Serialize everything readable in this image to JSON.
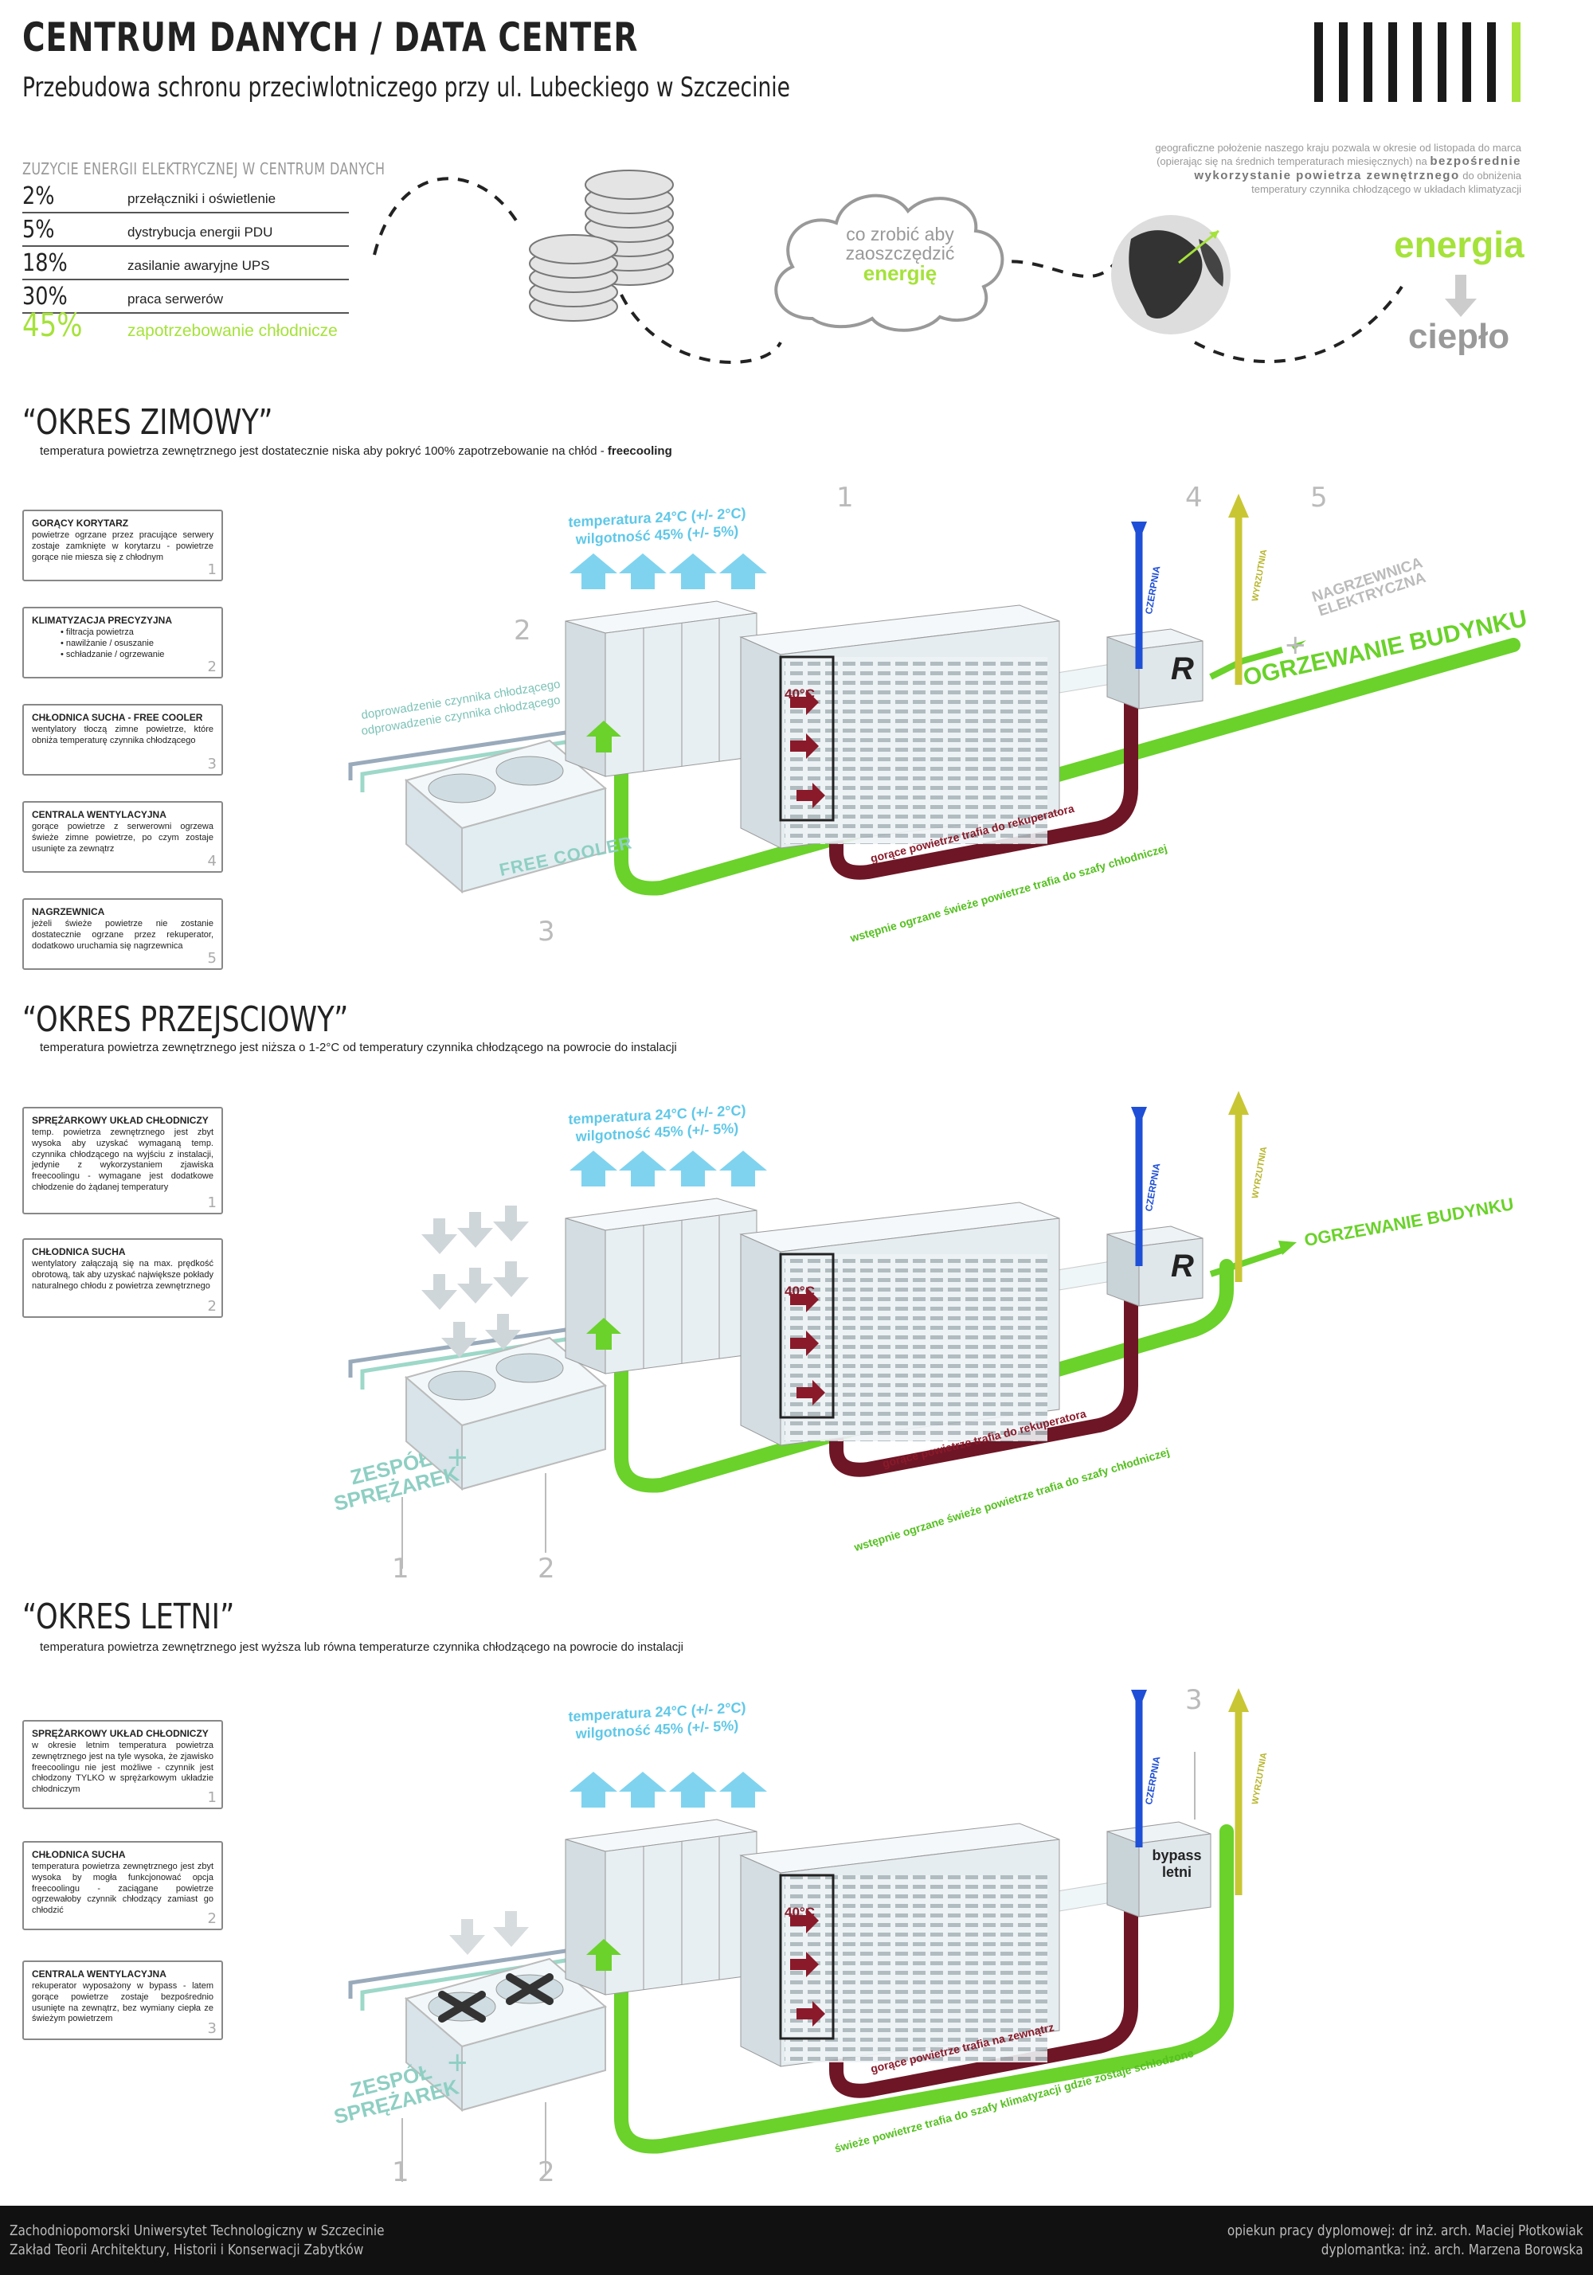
{
  "header": {
    "title": "CENTRUM DANYCH / DATA CENTER",
    "subtitle": "Przebudowa schronu przeciwlotniczego przy ul. Lubeckiego w Szczecinie"
  },
  "energy": {
    "heading": "ZUZYCIE ENERGII ELEKTRYCZNEJ W CENTRUM DANYCH",
    "rows": [
      {
        "pct": "2%",
        "label": "przełączniki i oświetlenie"
      },
      {
        "pct": "5%",
        "label": "dystrybucja energii PDU"
      },
      {
        "pct": "18%",
        "label": "zasilanie awaryjne UPS"
      },
      {
        "pct": "30%",
        "label": "praca serwerów"
      },
      {
        "pct": "45%",
        "label": "zapotrzebowanie chłodnicze"
      }
    ]
  },
  "cloud": {
    "line1": "co zrobić aby",
    "line2": "zaoszczędzić",
    "line3": "energię"
  },
  "geo": {
    "text1": "geograficzne położenie naszego kraju pozwala w okresie od listopada do marca (opierając się na średnich temperaturach miesięcznych) na",
    "bold": "bezpośrednie wykorzystanie powietrza zewnętrznego",
    "text2": "do obniżenia temperatury czynnika chłodzącego w układach klimatyzacji"
  },
  "energia": "energia",
  "cieplo": "ciepło",
  "winter": {
    "title": "“OKRES ZIMOWY”",
    "desc": "temperatura powietrza zewnętrznego jest dostatecznie niska aby pokryć 100% zapotrzebowanie na chłód - ",
    "desc_bold": "freecooling",
    "notes": [
      {
        "title": "GORĄCY KORYTARZ",
        "body": "powietrze ogrzane przez pracujące serwery zostaje zamknięte w korytarzu - powietrze gorące nie miesza się z chłodnym",
        "num": "1"
      },
      {
        "title": "KLIMATYZACJA PRECYZYJNA",
        "body": "• filtracja powietrza\n• nawilżanie / osuszanie\n• schładzanie / ogrzewanie",
        "num": "2"
      },
      {
        "title": "CHŁODNICA SUCHA - FREE COOLER",
        "body": "wentylatory tłoczą zimne powietrze, które obniża temperaturę czynnika chłodzącego",
        "num": "3"
      },
      {
        "title": "CENTRALA WENTYLACYJNA",
        "body": "gorące powietrze z serwerowni ogrzewa świeże zimne powietrze, po czym zostaje usunięte za zewnątrz",
        "num": "4"
      },
      {
        "title": "NAGRZEWNICA",
        "body": "jeżeli świeże powietrze nie zostanie dostatecznie ogrzane przez rekuperator, dodatkowo uruchamia się nagrzewnica",
        "num": "5"
      }
    ],
    "temp1": "temperatura 24°C (+/- 2°C)",
    "temp2": "wilgotność 45% (+/- 5%)",
    "hot": "40°C",
    "r": "R",
    "czerpnia": "CZERPNIA",
    "wyrzutnia": "WYRZUTNIA",
    "nagrzewnica1": "NAGRZEWNICA",
    "nagrzewnica2": "ELEKTRYCZNA",
    "plus": "+",
    "ogrzewanie": "OGRZEWANIE BUDYNKU",
    "cool1": "doprowadzenie czynnika chłodzącego",
    "cool2": "odprowadzenie czynnika chłodzącego",
    "free_cooler": "FREE COOLER",
    "hot_air": "gorące powietrze trafia do rekuperatora",
    "fresh_air": "wstępnie ogrzane świeże powietrze trafia do szafy chłodniczej",
    "n1": "1",
    "n2": "2",
    "n3": "3",
    "n4": "4",
    "n5": "5"
  },
  "transition": {
    "title": "“OKRES PRZEJSCIOWY”",
    "desc": "temperatura powietrza zewnętrznego jest niższa o 1-2°C od temperatury czynnika chłodzącego na powrocie do instalacji",
    "notes": [
      {
        "title": "SPRĘŻARKOWY UKŁAD CHŁODNICZY",
        "body": "temp. powietrza zewnętrznego jest zbyt wysoka aby uzyskać wymaganą temp. czynnika chłodzącego na wyjściu z instalacji, jedynie z wykorzystaniem zjawiska freecoolingu - wymagane jest dodatkowe chłodzenie do żądanej temperatury",
        "num": "1"
      },
      {
        "title": "CHŁODNICA SUCHA",
        "body": "wentylatory załączają się na max. prędkość obrotową, tak aby uzyskać największe pokłady naturalnego chłodu z powietrza zewnętrznego",
        "num": "2"
      }
    ],
    "temp1": "temperatura 24°C (+/- 2°C)",
    "temp2": "wilgotność 45% (+/- 5%)",
    "hot": "40°C",
    "r": "R",
    "czerpnia": "CZERPNIA",
    "wyrzutnia": "WYRZUTNIA",
    "ogrzewanie": "OGRZEWANIE BUDYNKU",
    "zespol1": "ZESPÓŁ",
    "zespol2": "SPRĘŻAREK",
    "plus": "+",
    "hot_air": "gorące powietrze trafia do rekuperatora",
    "fresh_air": "wstępnie ogrzane świeże powietrze trafia do szafy chłodniczej",
    "n1": "1",
    "n2": "2"
  },
  "summer": {
    "title": "“OKRES LETNI”",
    "desc": "temperatura powietrza zewnętrznego jest wyższa lub równa temperaturze czynnika chłodzącego na powrocie do instalacji",
    "notes": [
      {
        "title": "SPRĘŻARKOWY UKŁAD CHŁODNICZY",
        "body": "w okresie letnim temperatura powietrza zewnętrznego jest na tyle wysoka, że zjawisko freecoolingu nie jest możliwe - czynnik jest chłodzony TYLKO w sprężarkowym układzie chłodniczym",
        "num": "1"
      },
      {
        "title": "CHŁODNICA SUCHA",
        "body": "temperatura powietrza zewnętrznego jest zbyt wysoka by mogła funkcjonować opcja freecoolingu - zaciągane powietrze ogrzewałoby czynnik chłodzący zamiast go chłodzić",
        "num": "2"
      },
      {
        "title": "CENTRALA WENTYLACYJNA",
        "body": "rekuperator wyposażony w bypass - latem gorące powietrze zostaje bezpośrednio usunięte na zewnątrz, bez wymiany ciepła ze świeżym powietrzem",
        "num": "3"
      }
    ],
    "temp1": "temperatura 24°C (+/- 2°C)",
    "temp2": "wilgotność 45% (+/- 5%)",
    "hot": "40°C",
    "bypass1": "bypass",
    "bypass2": "letni",
    "czerpnia": "CZERPNIA",
    "wyrzutnia": "WYRZUTNIA",
    "zespol1": "ZESPÓŁ",
    "zespol2": "SPRĘŻAREK",
    "plus": "+",
    "hot_air": "gorące powietrze trafia na zewnątrz",
    "fresh_air": "świeże powietrze trafia do szafy klimatyzacji gdzie zostaje schłodzone",
    "n1": "1",
    "n2": "2",
    "n3": "3"
  },
  "footer": {
    "left1": "Zachodniopomorski Uniwersytet Technologiczny w Szczecinie",
    "left2": "Zakład Teorii Architektury, Historii i Konserwacji Zabytków",
    "right1": "opiekun pracy dyplomowej: dr inż. arch. Maciej Płotkowiak",
    "right2": "dyplomantka: inż. arch. Marzena Borowska"
  },
  "colors": {
    "accent_green": "#a5e23a",
    "pipe_green": "#6ad22a",
    "pipe_red": "#6e1626",
    "intake_blue": "#1f4fd6",
    "exhaust_yellow": "#c9c634",
    "air_cyan": "#7fd3ef"
  }
}
